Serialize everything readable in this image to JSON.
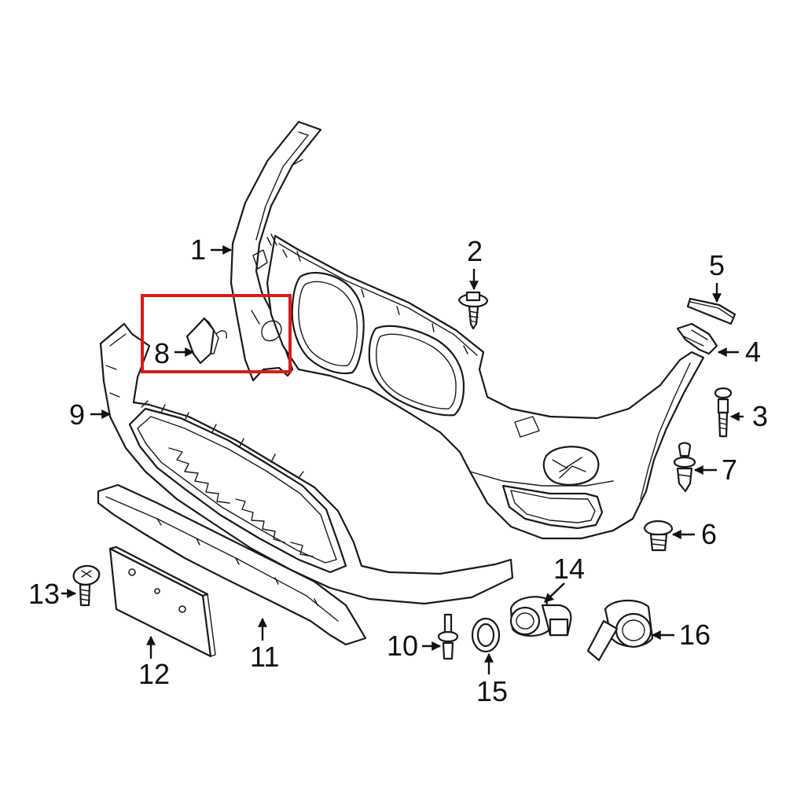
{
  "highlight_color": "#d81b1b",
  "callouts": {
    "c1": "1",
    "c2": "2",
    "c3": "3",
    "c4": "4",
    "c5": "5",
    "c6": "6",
    "c7": "7",
    "c8": "8",
    "c9": "9",
    "c10": "10",
    "c11": "11",
    "c12": "12",
    "c13": "13",
    "c14": "14",
    "c15": "15",
    "c16": "16"
  }
}
